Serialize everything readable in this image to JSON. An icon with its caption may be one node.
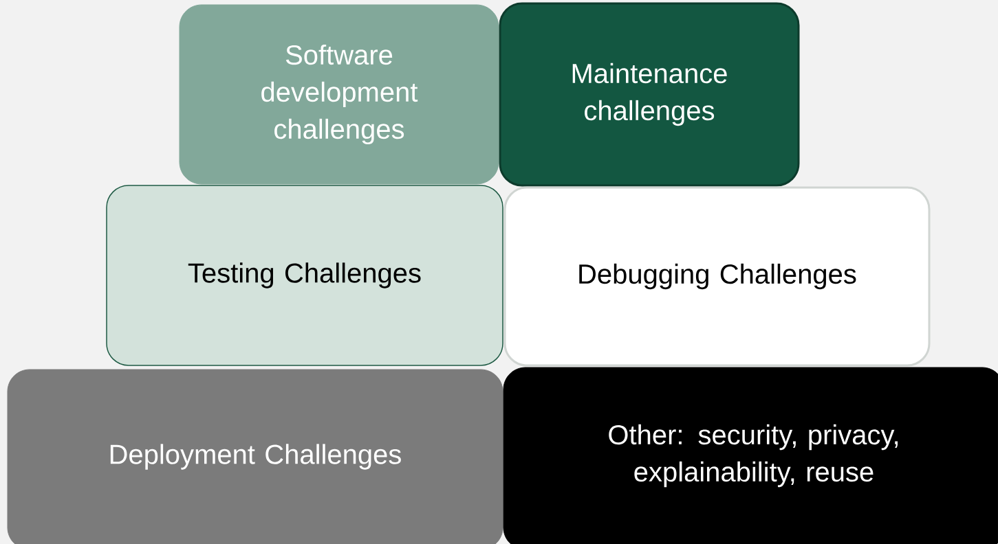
{
  "diagram": {
    "nodes": [
      {
        "text": [
          "Software development challenges"
        ]
      },
      {
        "text": [
          "Maintenance challenges"
        ]
      },
      {
        "text": [
          "Testing Challenges"
        ]
      },
      {
        "text": [
          "Debugging Challenges"
        ]
      },
      {
        "text": [
          "Deployment Challenges"
        ]
      },
      {
        "text": [
          "Other: security, privacy, explainability, reuse"
        ]
      }
    ]
  }
}
